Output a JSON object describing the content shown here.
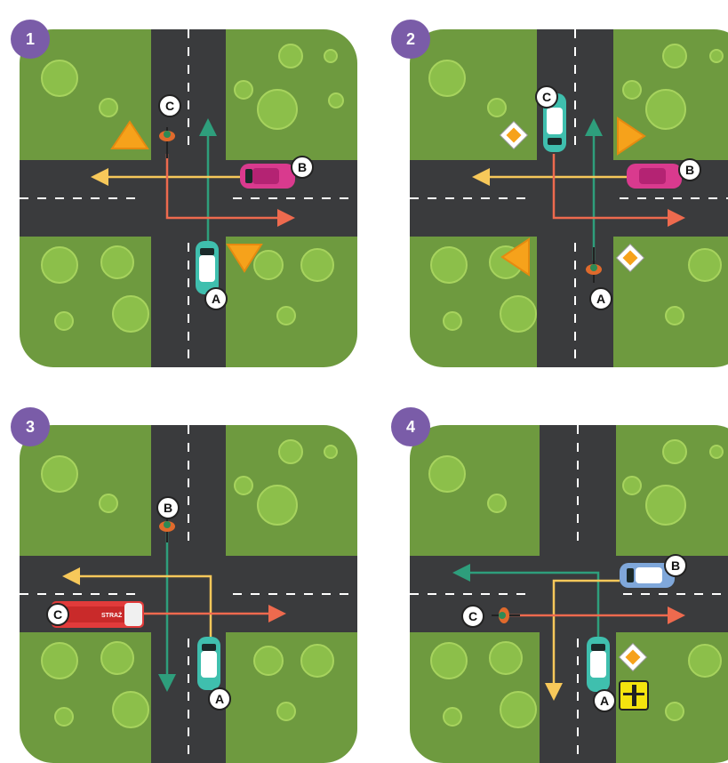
{
  "colors": {
    "grass": "#6e9a3f",
    "road": "#3a3b3d",
    "arrow_green": "#2e9e7c",
    "arrow_yellow": "#f7c85a",
    "arrow_red": "#ee6a4e",
    "badge": "#7a5ca8",
    "car_teal": "#3fbfae",
    "car_pink": "#d93a8e",
    "car_blue": "#7fa7da",
    "truck_red": "#e23b3b",
    "sign_orange": "#f6a21b"
  },
  "panels": [
    {
      "number": "1",
      "labels": [
        "A",
        "B",
        "C"
      ]
    },
    {
      "number": "2",
      "labels": [
        "A",
        "B",
        "C"
      ]
    },
    {
      "number": "3",
      "labels": [
        "A",
        "B",
        "C"
      ],
      "truck_text": "STRAŻ"
    },
    {
      "number": "4",
      "labels": [
        "A",
        "B",
        "C"
      ]
    }
  ]
}
